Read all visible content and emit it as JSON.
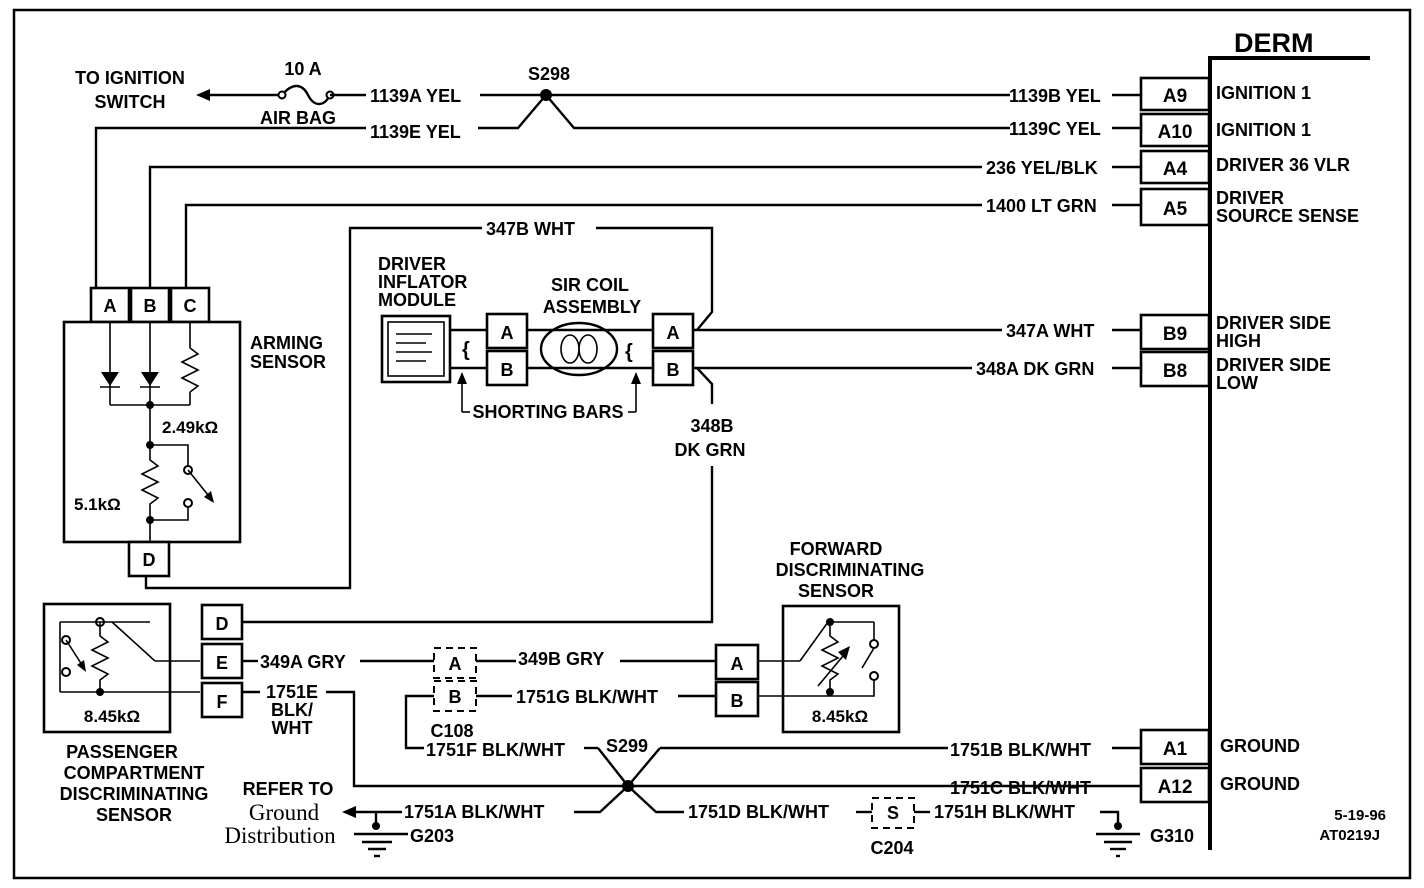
{
  "module": {
    "title": "DERM",
    "pins": [
      {
        "pin": "A9",
        "wire": "1139B YEL",
        "label": [
          "IGNITION 1"
        ]
      },
      {
        "pin": "A10",
        "wire": "1139C YEL",
        "label": [
          "IGNITION 1"
        ]
      },
      {
        "pin": "A4",
        "wire": "236 YEL/BLK",
        "label": [
          "DRIVER 36 VLR"
        ]
      },
      {
        "pin": "A5",
        "wire": "1400 LT GRN",
        "label": [
          "DRIVER",
          "SOURCE SENSE"
        ]
      },
      {
        "pin": "B9",
        "wire": "347A WHT",
        "label": [
          "DRIVER SIDE",
          "HIGH"
        ]
      },
      {
        "pin": "B8",
        "wire": "348A DK GRN",
        "label": [
          "DRIVER SIDE",
          "LOW"
        ]
      },
      {
        "pin": "A1",
        "wire": "1751B BLK/WHT",
        "label": [
          "GROUND"
        ]
      },
      {
        "pin": "A12",
        "wire": "1751C BLK/WHT",
        "label": [
          "GROUND"
        ]
      }
    ]
  },
  "ignition": {
    "to_switch": [
      "TO IGNITION",
      "SWITCH"
    ],
    "fuse_rating": "10 A",
    "fuse_name": "AIR BAG",
    "wire_a": "1139A YEL",
    "wire_e": "1139E YEL",
    "splice": "S298"
  },
  "arming_sensor": {
    "title": [
      "ARMING",
      "SENSOR"
    ],
    "pins": [
      "A",
      "B",
      "C",
      "D"
    ],
    "resistor_1": "2.49kΩ",
    "resistor_2": "5.1kΩ"
  },
  "driver_inflator": {
    "title": [
      "DRIVER",
      "INFLATOR",
      "MODULE"
    ],
    "pins": [
      "A",
      "B"
    ]
  },
  "sir_coil": {
    "title": [
      "SIR COIL",
      "ASSEMBLY"
    ],
    "pins": [
      "A",
      "B"
    ],
    "wire_top": "347B WHT",
    "wire_bottom": [
      "348B",
      "DK GRN"
    ],
    "shorting_bars": "SHORTING BARS"
  },
  "passenger_sensor": {
    "title": [
      "PASSENGER",
      "COMPARTMENT",
      "DISCRIMINATING",
      "SENSOR"
    ],
    "pins": [
      "D",
      "E",
      "F"
    ],
    "resistor": "8.45kΩ",
    "wire_e": "349A GRY",
    "wire_f": [
      "1751E",
      "BLK/",
      "WHT"
    ]
  },
  "connector_c108": {
    "name": "C108",
    "pins": [
      "A",
      "B"
    ],
    "wire_a": "349B GRY",
    "wire_b": "1751G BLK/WHT",
    "wire_f": "1751F BLK/WHT"
  },
  "forward_sensor": {
    "title": [
      "FORWARD",
      "DISCRIMINATING",
      "SENSOR"
    ],
    "pins": [
      "A",
      "B"
    ],
    "resistor": "8.45kΩ"
  },
  "ground": {
    "splice": "S299",
    "refer": [
      "REFER TO",
      "Ground",
      "Distribution"
    ],
    "wire_a": "1751A BLK/WHT",
    "wire_d": "1751D BLK/WHT",
    "wire_h": "1751H BLK/WHT",
    "connector": "C204",
    "connector_pin": "S",
    "g203": "G203",
    "g310": "G310"
  },
  "footer": {
    "date": "5-19-96",
    "code": "AT0219J"
  }
}
